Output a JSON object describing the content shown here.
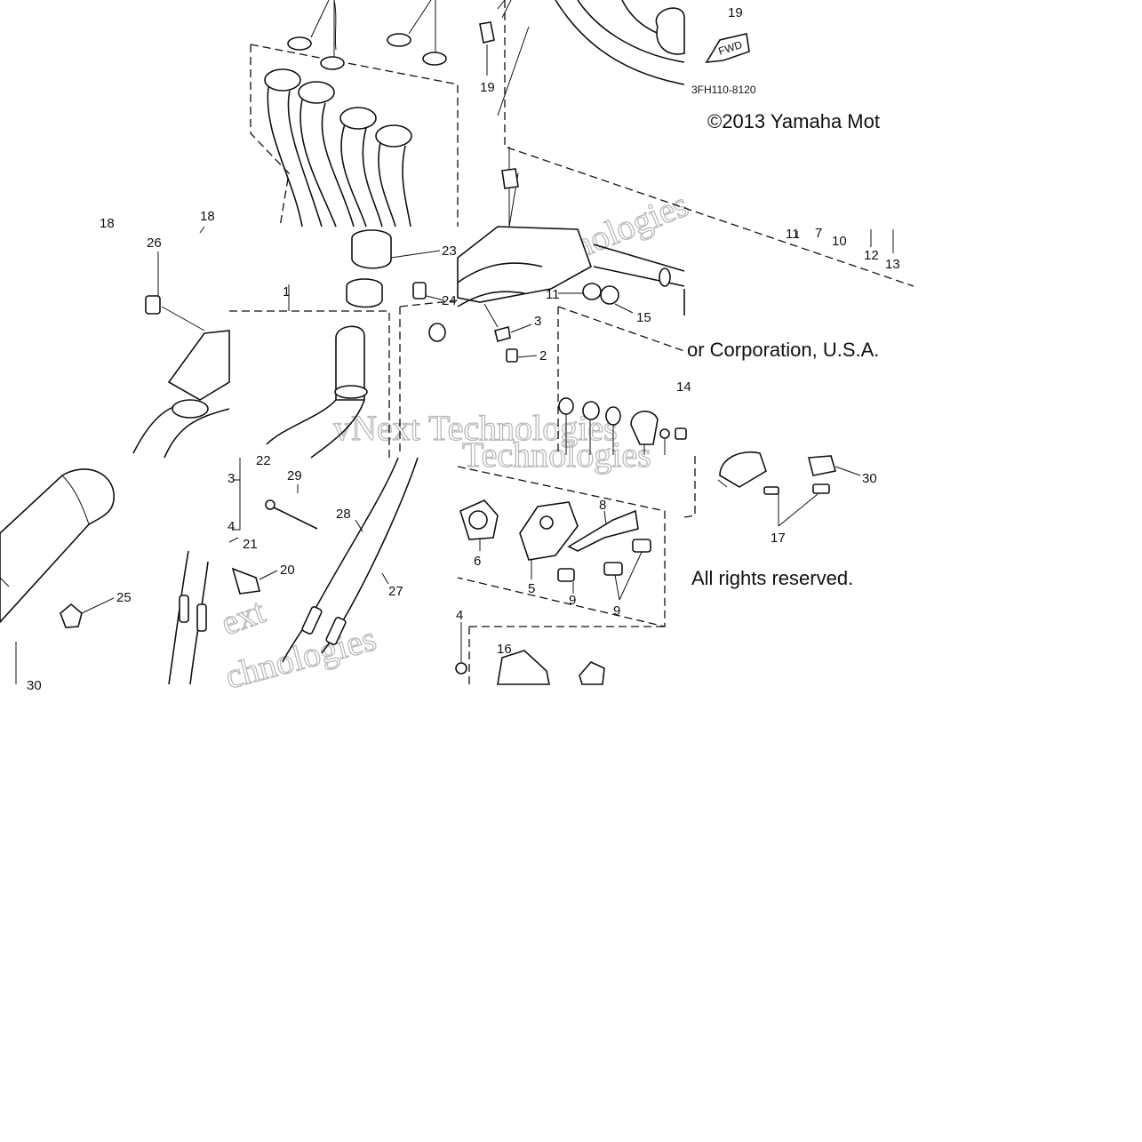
{
  "diagram_code": "3FH110-8120",
  "copyright_line1": "©2013 Yamaha Mot",
  "copyright_line2": "or Corporation, U.S.A.",
  "copyright_line3": "All rights reserved.",
  "fwd_label": "FWD",
  "watermarks": [
    "vNext Technologies",
    "Technologies",
    "Technologies",
    "ext",
    "chnologies"
  ],
  "callouts": [
    {
      "id": "c19a",
      "text": "19"
    },
    {
      "id": "c19b",
      "text": "19"
    },
    {
      "id": "c18a",
      "text": "18"
    },
    {
      "id": "c18b",
      "text": "18"
    },
    {
      "id": "c26",
      "text": "26"
    },
    {
      "id": "c1",
      "text": "1"
    },
    {
      "id": "c23",
      "text": "23"
    },
    {
      "id": "c24",
      "text": "24"
    },
    {
      "id": "c3",
      "text": "3"
    },
    {
      "id": "c2",
      "text": "2"
    },
    {
      "id": "c11a",
      "text": "11"
    },
    {
      "id": "c15",
      "text": "15"
    },
    {
      "id": "c11b",
      "text": "11"
    },
    {
      "id": "c7",
      "text": "7"
    },
    {
      "id": "c10",
      "text": "10"
    },
    {
      "id": "c12",
      "text": "12"
    },
    {
      "id": "c13",
      "text": "13"
    },
    {
      "id": "c14",
      "text": "14"
    },
    {
      "id": "c22",
      "text": "22"
    },
    {
      "id": "c29",
      "text": "29"
    },
    {
      "id": "c28",
      "text": "28"
    },
    {
      "id": "c27",
      "text": "27"
    },
    {
      "id": "c21",
      "text": "21"
    },
    {
      "id": "c20",
      "text": "20"
    },
    {
      "id": "c25",
      "text": "25"
    },
    {
      "id": "c6",
      "text": "6"
    },
    {
      "id": "c5",
      "text": "5"
    },
    {
      "id": "c8",
      "text": "8"
    },
    {
      "id": "c9a",
      "text": "9"
    },
    {
      "id": "c9b",
      "text": "9"
    },
    {
      "id": "c4",
      "text": "4"
    },
    {
      "id": "c16",
      "text": "16"
    },
    {
      "id": "c30",
      "text": "30"
    },
    {
      "id": "c17",
      "text": "17"
    },
    {
      "id": "c3b",
      "text": "3"
    },
    {
      "id": "c4b",
      "text": "4"
    },
    {
      "id": "c30b",
      "text": "30"
    }
  ]
}
